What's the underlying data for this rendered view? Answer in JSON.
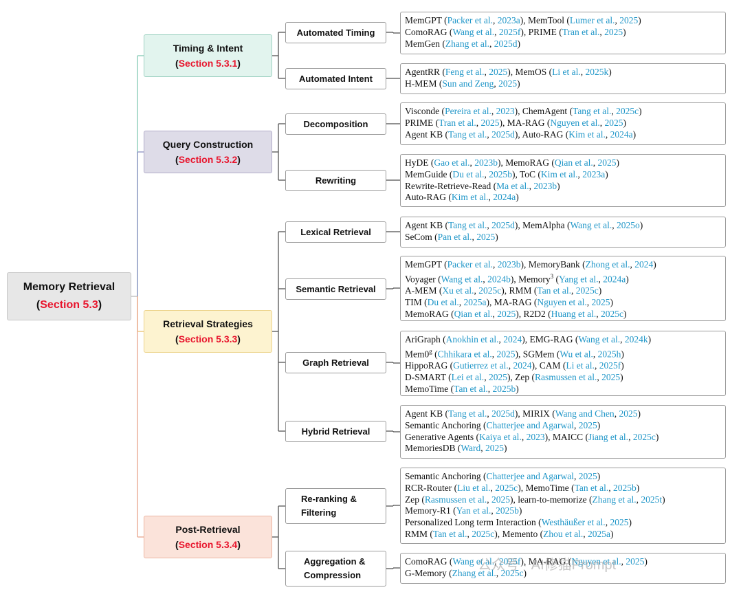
{
  "root": {
    "title": "Memory Retrieval",
    "section": "Section 5.3"
  },
  "categories": [
    {
      "title": "Timing & Intent",
      "section": "Section 5.3.1",
      "color": "#e2f4ee",
      "border": "#9fd2c2"
    },
    {
      "title": "Query Construction",
      "section": "Section 5.3.2",
      "color": "#dedce8",
      "border": "#b1acc8"
    },
    {
      "title": "Retrieval Strategies",
      "section": "Section 5.3.3",
      "color": "#fdf3d0",
      "border": "#ecd38b"
    },
    {
      "title": "Post-Retrieval",
      "section": "Section 5.3.4",
      "color": "#fbe3da",
      "border": "#ecb5a1"
    }
  ],
  "branch_colors": [
    "#82c9b3",
    "#8b8fc2",
    "#eac06b",
    "#e8a58c"
  ],
  "subs": [
    {
      "label": "Automated Timing",
      "lines": [
        [
          [
            "MemGPT (",
            ""
          ],
          [
            "Packer et al.",
            "c"
          ],
          [
            ", ",
            ""
          ],
          [
            "2023a",
            "c"
          ],
          [
            "), MemTool (",
            ""
          ],
          [
            "Lumer et al.",
            "c"
          ],
          [
            ", ",
            ""
          ],
          [
            "2025",
            "c"
          ],
          [
            ")",
            ""
          ]
        ],
        [
          [
            "ComoRAG (",
            ""
          ],
          [
            "Wang et al.",
            "c"
          ],
          [
            ", ",
            ""
          ],
          [
            "2025f",
            "c"
          ],
          [
            "), PRIME (",
            ""
          ],
          [
            "Tran et al.",
            "c"
          ],
          [
            ", ",
            ""
          ],
          [
            "2025",
            "c"
          ],
          [
            ")",
            ""
          ]
        ],
        [
          [
            "MemGen (",
            ""
          ],
          [
            "Zhang et al.",
            "c"
          ],
          [
            ", ",
            ""
          ],
          [
            "2025d",
            "c"
          ],
          [
            ")",
            ""
          ]
        ]
      ]
    },
    {
      "label": "Automated Intent",
      "lines": [
        [
          [
            "AgentRR (",
            ""
          ],
          [
            "Feng et al.",
            "c"
          ],
          [
            ", ",
            ""
          ],
          [
            "2025",
            "c"
          ],
          [
            "), MemOS (",
            ""
          ],
          [
            "Li et al.",
            "c"
          ],
          [
            ", ",
            ""
          ],
          [
            "2025k",
            "c"
          ],
          [
            ")",
            ""
          ]
        ],
        [
          [
            "H-MEM (",
            ""
          ],
          [
            "Sun and Zeng",
            "c"
          ],
          [
            ", ",
            ""
          ],
          [
            "2025",
            "c"
          ],
          [
            ")",
            ""
          ]
        ]
      ]
    },
    {
      "label": "Decomposition",
      "lines": [
        [
          [
            "Visconde (",
            ""
          ],
          [
            "Pereira et al.",
            "c"
          ],
          [
            ", ",
            ""
          ],
          [
            "2023",
            "c"
          ],
          [
            "), ChemAgent (",
            ""
          ],
          [
            "Tang et al.",
            "c"
          ],
          [
            ", ",
            ""
          ],
          [
            "2025c",
            "c"
          ],
          [
            ")",
            ""
          ]
        ],
        [
          [
            "PRIME (",
            ""
          ],
          [
            "Tran et al.",
            "c"
          ],
          [
            ", ",
            ""
          ],
          [
            "2025",
            "c"
          ],
          [
            "), MA-RAG (",
            ""
          ],
          [
            "Nguyen et al.",
            "c"
          ],
          [
            ", ",
            ""
          ],
          [
            "2025",
            "c"
          ],
          [
            ")",
            ""
          ]
        ],
        [
          [
            "Agent KB (",
            ""
          ],
          [
            "Tang et al.",
            "c"
          ],
          [
            ", ",
            ""
          ],
          [
            "2025d",
            "c"
          ],
          [
            "), Auto-RAG (",
            ""
          ],
          [
            "Kim et al.",
            "c"
          ],
          [
            ", ",
            ""
          ],
          [
            "2024a",
            "c"
          ],
          [
            ")",
            ""
          ]
        ]
      ]
    },
    {
      "label": "Rewriting",
      "lines": [
        [
          [
            "HyDE (",
            ""
          ],
          [
            "Gao et al.",
            "c"
          ],
          [
            ", ",
            ""
          ],
          [
            "2023b",
            "c"
          ],
          [
            "), MemoRAG (",
            ""
          ],
          [
            "Qian et al.",
            "c"
          ],
          [
            ", ",
            ""
          ],
          [
            "2025",
            "c"
          ],
          [
            ")",
            ""
          ]
        ],
        [
          [
            "MemGuide (",
            ""
          ],
          [
            "Du et al.",
            "c"
          ],
          [
            ", ",
            ""
          ],
          [
            "2025b",
            "c"
          ],
          [
            "), ToC (",
            ""
          ],
          [
            "Kim et al.",
            "c"
          ],
          [
            ", ",
            ""
          ],
          [
            "2023a",
            "c"
          ],
          [
            ")",
            ""
          ]
        ],
        [
          [
            "Rewrite-Retrieve-Read (",
            ""
          ],
          [
            "Ma et al.",
            "c"
          ],
          [
            ", ",
            ""
          ],
          [
            "2023b",
            "c"
          ],
          [
            ")",
            ""
          ]
        ],
        [
          [
            "Auto-RAG (",
            ""
          ],
          [
            "Kim et al.",
            "c"
          ],
          [
            ", ",
            ""
          ],
          [
            "2024a",
            "c"
          ],
          [
            ")",
            ""
          ]
        ]
      ]
    },
    {
      "label": "Lexical Retrieval",
      "lines": [
        [
          [
            "Agent KB (",
            ""
          ],
          [
            "Tang et al.",
            "c"
          ],
          [
            ", ",
            ""
          ],
          [
            "2025d",
            "c"
          ],
          [
            "), MemAlpha (",
            ""
          ],
          [
            "Wang et al.",
            "c"
          ],
          [
            ", ",
            ""
          ],
          [
            "2025o",
            "c"
          ],
          [
            ")",
            ""
          ]
        ],
        [
          [
            "SeCom (",
            ""
          ],
          [
            "Pan et al.",
            "c"
          ],
          [
            ", ",
            ""
          ],
          [
            "2025",
            "c"
          ],
          [
            ")",
            ""
          ]
        ]
      ]
    },
    {
      "label": "Semantic Retrieval",
      "lines": [
        [
          [
            "MemGPT (",
            ""
          ],
          [
            "Packer et al.",
            "c"
          ],
          [
            ", ",
            ""
          ],
          [
            "2023b",
            "c"
          ],
          [
            "), MemoryBank (",
            ""
          ],
          [
            "Zhong et al.",
            "c"
          ],
          [
            ", ",
            ""
          ],
          [
            "2024",
            "c"
          ],
          [
            ")",
            ""
          ]
        ],
        [
          [
            "Voyager (",
            ""
          ],
          [
            "Wang et al.",
            "c"
          ],
          [
            ", ",
            ""
          ],
          [
            "2024b",
            "c"
          ],
          [
            "), Memory",
            ""
          ],
          [
            "3",
            "s"
          ],
          [
            " (",
            ""
          ],
          [
            "Yang et al.",
            "c"
          ],
          [
            ", ",
            ""
          ],
          [
            "2024a",
            "c"
          ],
          [
            ")",
            ""
          ]
        ],
        [
          [
            "A-MEM (",
            ""
          ],
          [
            "Xu et al.",
            "c"
          ],
          [
            ", ",
            ""
          ],
          [
            "2025c",
            "c"
          ],
          [
            "), RMM (",
            ""
          ],
          [
            "Tan et al.",
            "c"
          ],
          [
            ", ",
            ""
          ],
          [
            "2025c",
            "c"
          ],
          [
            ")",
            ""
          ]
        ],
        [
          [
            "TIM (",
            ""
          ],
          [
            "Du et al.",
            "c"
          ],
          [
            ", ",
            ""
          ],
          [
            "2025a",
            "c"
          ],
          [
            "), MA-RAG (",
            ""
          ],
          [
            "Nguyen et al.",
            "c"
          ],
          [
            ", ",
            ""
          ],
          [
            "2025",
            "c"
          ],
          [
            ")",
            ""
          ]
        ],
        [
          [
            "MemoRAG (",
            ""
          ],
          [
            "Qian et al.",
            "c"
          ],
          [
            ", ",
            ""
          ],
          [
            "2025",
            "c"
          ],
          [
            "), R2D2 (",
            ""
          ],
          [
            "Huang et al.",
            "c"
          ],
          [
            ", ",
            ""
          ],
          [
            "2025c",
            "c"
          ],
          [
            ")",
            ""
          ]
        ]
      ]
    },
    {
      "label": "Graph Retrieval",
      "lines": [
        [
          [
            "AriGraph (",
            ""
          ],
          [
            "Anokhin et al.",
            "c"
          ],
          [
            ", ",
            ""
          ],
          [
            "2024",
            "c"
          ],
          [
            "), EMG-RAG (",
            ""
          ],
          [
            "Wang et al.",
            "c"
          ],
          [
            ", ",
            ""
          ],
          [
            "2024k",
            "c"
          ],
          [
            ")",
            ""
          ]
        ],
        [
          [
            "Mem0",
            ""
          ],
          [
            "g",
            "s"
          ],
          [
            " (",
            ""
          ],
          [
            "Chhikara et al.",
            "c"
          ],
          [
            ", ",
            ""
          ],
          [
            "2025",
            "c"
          ],
          [
            "), SGMem (",
            ""
          ],
          [
            "Wu et al.",
            "c"
          ],
          [
            ", ",
            ""
          ],
          [
            "2025h",
            "c"
          ],
          [
            ")",
            ""
          ]
        ],
        [
          [
            "HippoRAG (",
            ""
          ],
          [
            "Gutierrez et al.",
            "c"
          ],
          [
            ", ",
            ""
          ],
          [
            "2024",
            "c"
          ],
          [
            "), CAM (",
            ""
          ],
          [
            "Li et al.",
            "c"
          ],
          [
            ", ",
            ""
          ],
          [
            "2025f",
            "c"
          ],
          [
            ")",
            ""
          ]
        ],
        [
          [
            "D-SMART (",
            ""
          ],
          [
            "Lei et al.",
            "c"
          ],
          [
            ", ",
            ""
          ],
          [
            "2025",
            "c"
          ],
          [
            "), Zep (",
            ""
          ],
          [
            "Rasmussen et al.",
            "c"
          ],
          [
            ", ",
            ""
          ],
          [
            "2025",
            "c"
          ],
          [
            ")",
            ""
          ]
        ],
        [
          [
            "MemoTime (",
            ""
          ],
          [
            "Tan et al.",
            "c"
          ],
          [
            ", ",
            ""
          ],
          [
            "2025b",
            "c"
          ],
          [
            ")",
            ""
          ]
        ]
      ]
    },
    {
      "label": "Hybrid Retrieval",
      "lines": [
        [
          [
            "Agent KB (",
            ""
          ],
          [
            "Tang et al.",
            "c"
          ],
          [
            ", ",
            ""
          ],
          [
            "2025d",
            "c"
          ],
          [
            "), MIRIX (",
            ""
          ],
          [
            "Wang and Chen",
            "c"
          ],
          [
            ", ",
            ""
          ],
          [
            "2025",
            "c"
          ],
          [
            ")",
            ""
          ]
        ],
        [
          [
            "Semantic Anchoring (",
            ""
          ],
          [
            "Chatterjee and Agarwal",
            "c"
          ],
          [
            ", ",
            ""
          ],
          [
            "2025",
            "c"
          ],
          [
            ")",
            ""
          ]
        ],
        [
          [
            "Generative Agents (",
            ""
          ],
          [
            "Kaiya et al.",
            "c"
          ],
          [
            ", ",
            ""
          ],
          [
            "2023",
            "c"
          ],
          [
            "), MAICC (",
            ""
          ],
          [
            "Jiang et al.",
            "c"
          ],
          [
            ", ",
            ""
          ],
          [
            "2025c",
            "c"
          ],
          [
            ")",
            ""
          ]
        ],
        [
          [
            "MemoriesDB (",
            ""
          ],
          [
            "Ward",
            "c"
          ],
          [
            ", ",
            ""
          ],
          [
            "2025",
            "c"
          ],
          [
            ")",
            ""
          ]
        ]
      ]
    },
    {
      "label": "Re-ranking & Filtering",
      "lines": [
        [
          [
            "Semantic Anchoring (",
            ""
          ],
          [
            "Chatterjee and Agarwal",
            "c"
          ],
          [
            ", ",
            ""
          ],
          [
            "2025",
            "c"
          ],
          [
            ")",
            ""
          ]
        ],
        [
          [
            "RCR-Router (",
            ""
          ],
          [
            "Liu et al.",
            "c"
          ],
          [
            ", ",
            ""
          ],
          [
            "2025c",
            "c"
          ],
          [
            "), MemoTime (",
            ""
          ],
          [
            "Tan et al.",
            "c"
          ],
          [
            ", ",
            ""
          ],
          [
            "2025b",
            "c"
          ],
          [
            ")",
            ""
          ]
        ],
        [
          [
            "Zep (",
            ""
          ],
          [
            "Rasmussen et al.",
            "c"
          ],
          [
            ", ",
            ""
          ],
          [
            "2025",
            "c"
          ],
          [
            "), learn-to-memorize (",
            ""
          ],
          [
            "Zhang et al.",
            "c"
          ],
          [
            ", ",
            ""
          ],
          [
            "2025t",
            "c"
          ],
          [
            ")",
            ""
          ]
        ],
        [
          [
            "Memory-R1 (",
            ""
          ],
          [
            "Yan et al.",
            "c"
          ],
          [
            ", ",
            ""
          ],
          [
            "2025b",
            "c"
          ],
          [
            ")",
            ""
          ]
        ],
        [
          [
            "Personalized Long term Interaction (",
            ""
          ],
          [
            "Westhäußer et al.",
            "c"
          ],
          [
            ", ",
            ""
          ],
          [
            "2025",
            "c"
          ],
          [
            ")",
            ""
          ]
        ],
        [
          [
            "RMM (",
            ""
          ],
          [
            "Tan et al.",
            "c"
          ],
          [
            ", ",
            ""
          ],
          [
            "2025c",
            "c"
          ],
          [
            "), Memento (",
            ""
          ],
          [
            "Zhou et al.",
            "c"
          ],
          [
            ", ",
            ""
          ],
          [
            "2025a",
            "c"
          ],
          [
            ")",
            ""
          ]
        ]
      ]
    },
    {
      "label": "Aggregation & Compression",
      "lines": [
        [
          [
            "ComoRAG (",
            ""
          ],
          [
            "Wang et al.",
            "c"
          ],
          [
            ", ",
            ""
          ],
          [
            "2025f",
            "c"
          ],
          [
            "), MA-RAG (",
            ""
          ],
          [
            "Nguyen et al.",
            "c"
          ],
          [
            ", ",
            ""
          ],
          [
            "2025",
            "c"
          ],
          [
            ")",
            ""
          ]
        ],
        [
          [
            "G-Memory (",
            ""
          ],
          [
            "Zhang et al.",
            "c"
          ],
          [
            ", ",
            ""
          ],
          [
            "2025c",
            "c"
          ],
          [
            ")",
            ""
          ]
        ]
      ]
    }
  ],
  "watermark": "公众号 · AI修猫Prompt"
}
